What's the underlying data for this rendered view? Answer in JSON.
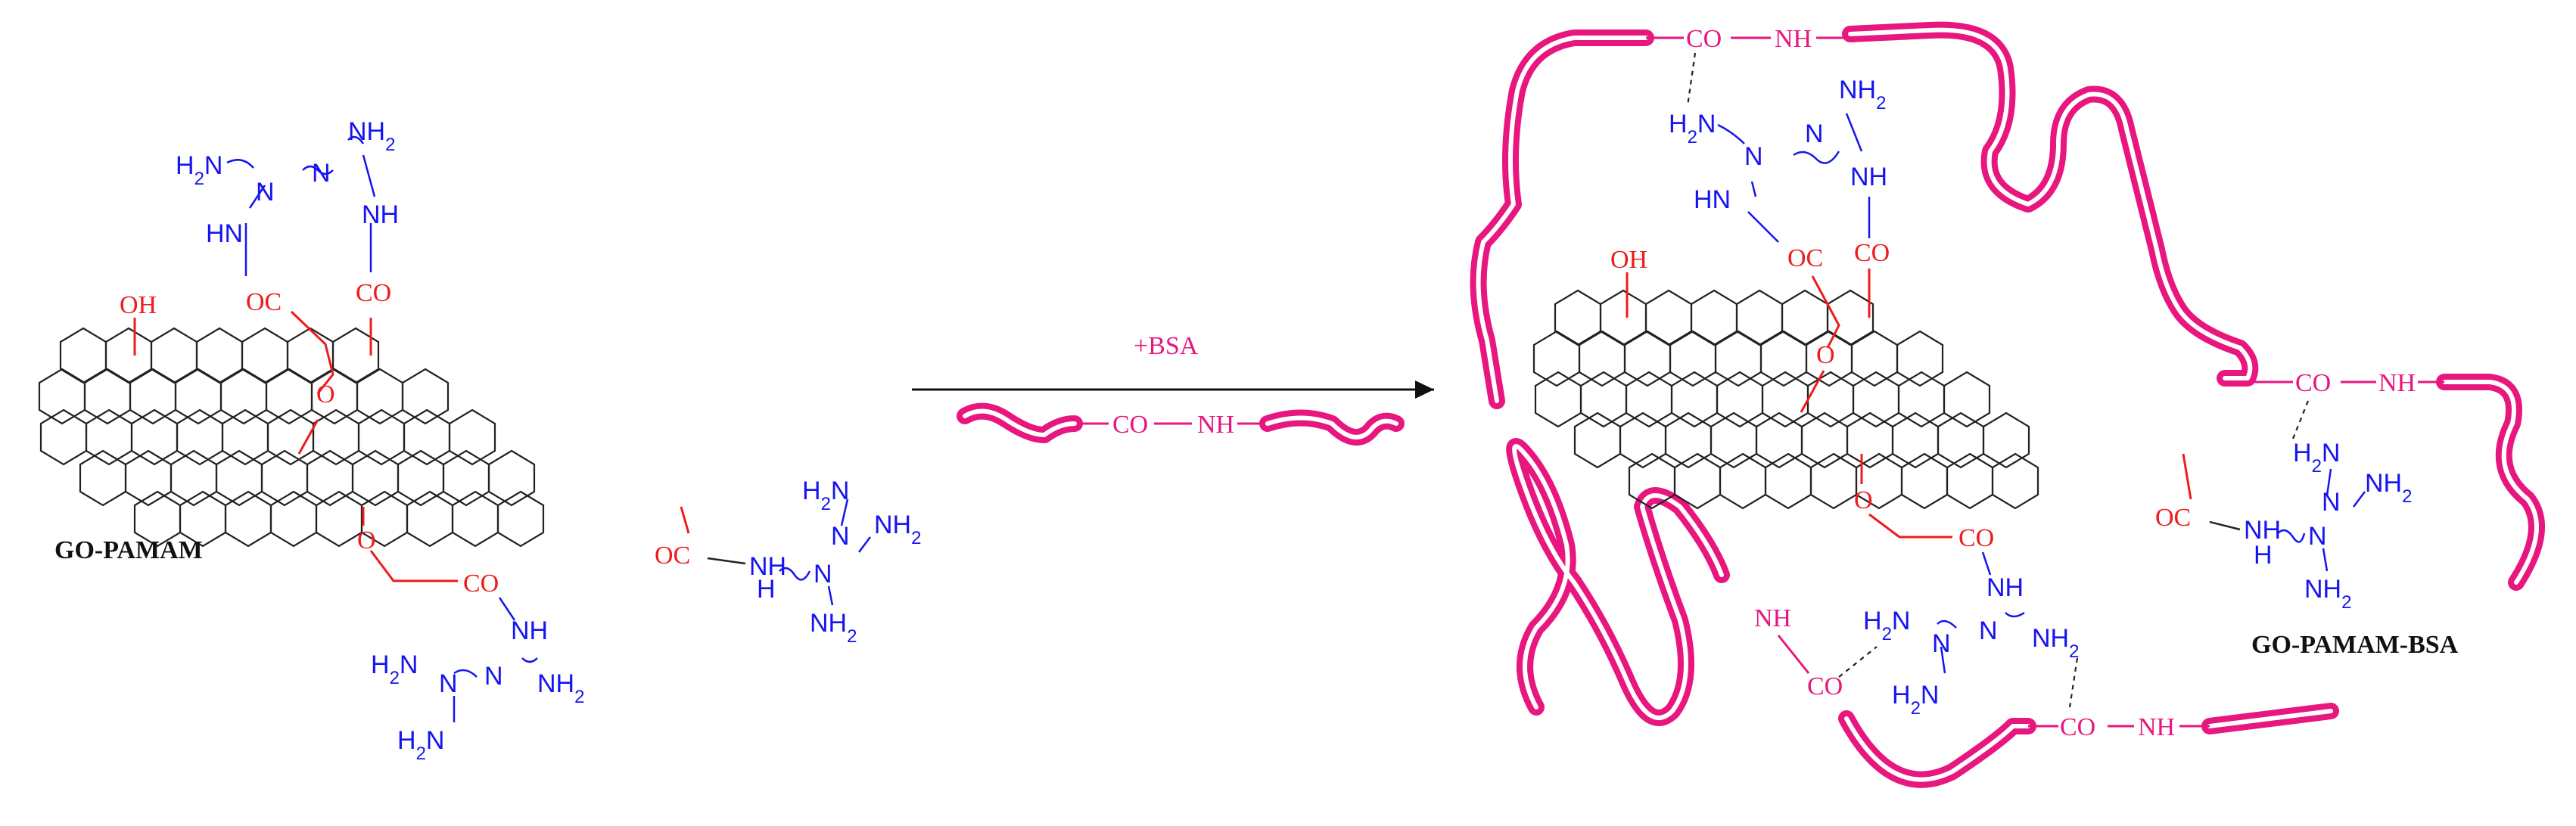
{
  "scheme": {
    "left_label": "GO-PAMAM",
    "right_label": "GO-PAMAM-BSA",
    "reagent": "+BSA",
    "amide": {
      "co": "CO",
      "nh": "NH"
    }
  },
  "groups": {
    "oh": "OH",
    "co": "CO",
    "oc": "OC",
    "o": "O",
    "nh": "NH",
    "hn": "HN",
    "n": "N",
    "h": "H",
    "nh2": "NH2",
    "h2n": "H2N"
  },
  "colors": {
    "pamam": "#1515ee",
    "linker": "#ee1c1c",
    "protein": "#e8167f",
    "graphene": "#222222"
  }
}
